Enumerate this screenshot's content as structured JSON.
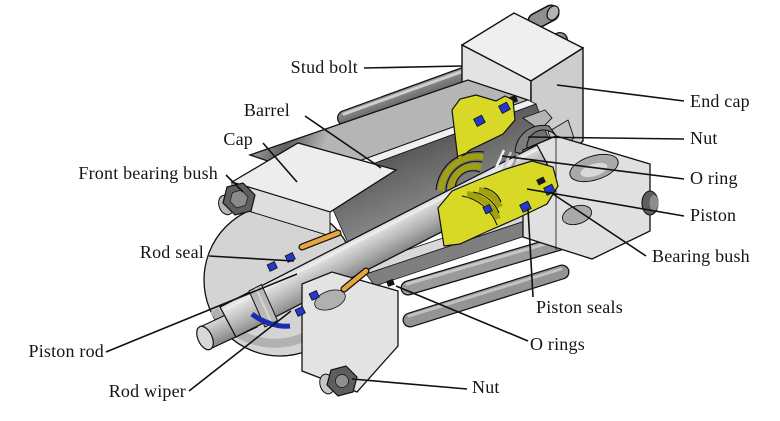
{
  "diagram": {
    "title": "Cutaway illustration of a pneumatic/hydraulic cylinder with part labels",
    "labels": [
      {
        "id": "stud-bolt",
        "text": "Stud bolt",
        "side": "top-left"
      },
      {
        "id": "barrel",
        "text": "Barrel",
        "side": "left"
      },
      {
        "id": "cap",
        "text": "Cap",
        "side": "left"
      },
      {
        "id": "front-bearing-bush",
        "text": "Front bearing bush",
        "side": "left"
      },
      {
        "id": "rod-seal",
        "text": "Rod seal",
        "side": "left"
      },
      {
        "id": "piston-rod",
        "text": "Piston rod",
        "side": "bottom-left"
      },
      {
        "id": "rod-wiper",
        "text": "Rod wiper",
        "side": "bottom-left"
      },
      {
        "id": "end-cap",
        "text": "End cap",
        "side": "right"
      },
      {
        "id": "nut-upper",
        "text": "Nut",
        "side": "right"
      },
      {
        "id": "o-ring",
        "text": "O ring",
        "side": "right"
      },
      {
        "id": "piston",
        "text": "Piston",
        "side": "right"
      },
      {
        "id": "bearing-bush",
        "text": "Bearing bush",
        "side": "right"
      },
      {
        "id": "piston-seals",
        "text": "Piston seals",
        "side": "bottom"
      },
      {
        "id": "o-rings",
        "text": "O rings",
        "side": "bottom"
      },
      {
        "id": "nut-lower",
        "text": "Nut",
        "side": "bottom"
      }
    ],
    "colors": {
      "background": "#ffffff",
      "body_light": "#ededed",
      "body_mid": "#d8d8d8",
      "metal_dark": "#8a8a8a",
      "piston_yellow": "#d8d826",
      "piston_arc_olive": "#a0a010",
      "seal_blue": "#2438cf",
      "bush_orange": "#e8a53a",
      "outline": "#111111",
      "label_text": "#141414"
    }
  }
}
